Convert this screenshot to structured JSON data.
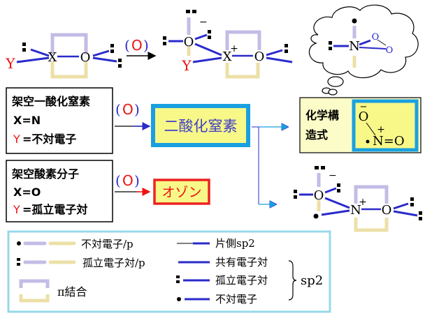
{
  "colors": {
    "bond": "#2a2acc",
    "pi_top": "#c4bce6",
    "pi_bottom": "#ece0a8",
    "red": "#ee1111",
    "blue_box": "#1aa0e0",
    "red_box": "#ee2222",
    "yellow_fill": "#f8f888",
    "legend_border": "#98d8e8"
  },
  "top_left": {
    "atom_x": "X",
    "atom_o": "O",
    "atom_y": "Y"
  },
  "reaction_label": {
    "open": "(",
    "o": "O",
    "close": ")"
  },
  "top_middle": {
    "atom_o_top": "O",
    "minus": "−",
    "atom_x": "X",
    "plus": "+",
    "atom_o": "O",
    "atom_y": "Y"
  },
  "thought": {
    "atom_n": "N",
    "atom_o1": "O",
    "atom_o2": "O"
  },
  "box_no": {
    "title": "架空一酸化窒素",
    "line_x": "X=N",
    "line_y_prefix": "Y",
    "line_y_rest": "=不対電子"
  },
  "box_o2": {
    "title": "架空酸素分子",
    "line_x": "X=O",
    "line_y_prefix": "Y",
    "line_y_rest": "=孤立電子対"
  },
  "product_no2": "二酸化窒素",
  "product_ozone": "オゾン",
  "structure_box": {
    "label_line1": "化学構",
    "label_line2": "造式",
    "o_top": "O",
    "minus": "−",
    "plus": "+",
    "n_eq_o": "N=O"
  },
  "bottom_right": {
    "atom_o_top": "O",
    "minus": "−",
    "atom_n": "N",
    "plus": "+",
    "atom_o": "O"
  },
  "legend": {
    "items_left": [
      {
        "icon": "dot-radical-p-orbital",
        "label": "不対電子/p"
      },
      {
        "icon": "lone-pair-p-orbital",
        "label": "孤立電子対/p"
      },
      {
        "icon": "pi-bond",
        "label": "π結合"
      }
    ],
    "items_right": [
      {
        "icon": "half-sp2-bond",
        "label": "片側sp2"
      },
      {
        "icon": "shared-pair-bond",
        "label": "共有電子対"
      },
      {
        "icon": "lone-pair-bond",
        "label": "孤立電子対"
      },
      {
        "icon": "radical-bond",
        "label": "不対電子"
      }
    ],
    "brace_label": "sp2"
  }
}
